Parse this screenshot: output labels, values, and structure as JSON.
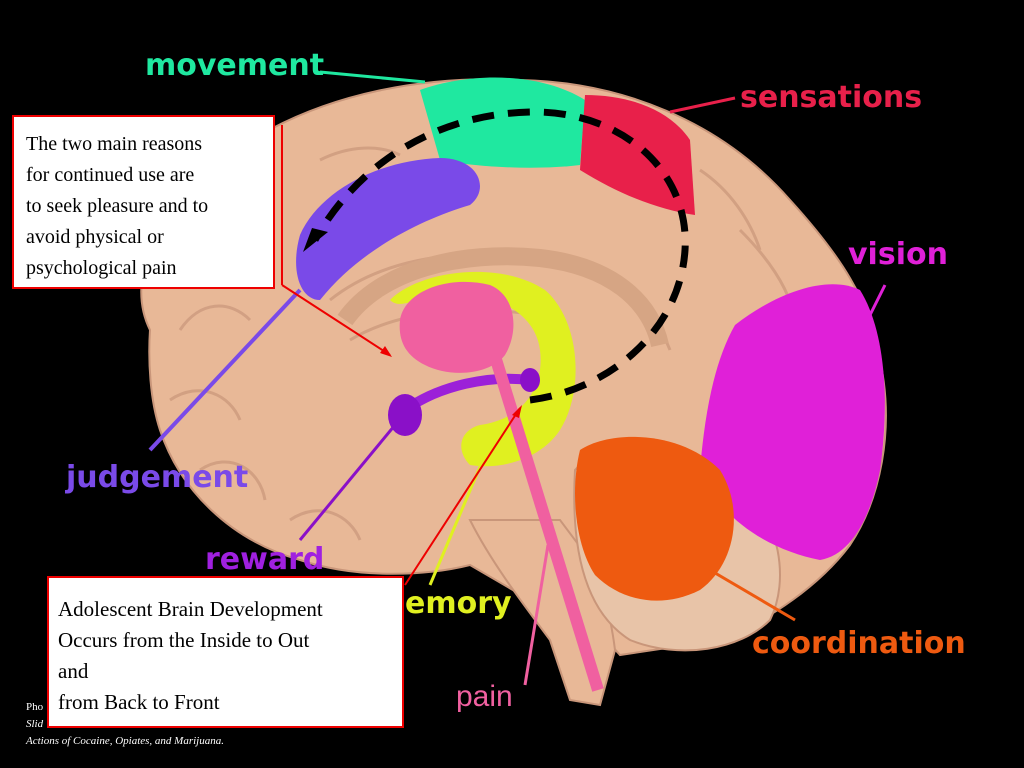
{
  "labels": {
    "movement": "movement",
    "sensations": "sensations",
    "vision": "vision",
    "judgement": "judgement",
    "reward": "reward",
    "memory": "emory",
    "coordination": "coordination",
    "pain": "pain"
  },
  "colors": {
    "background": "#000000",
    "brain": "#e8b897",
    "movement": "#1fe8a0",
    "sensations": "#e8204a",
    "vision": "#e020d8",
    "judgement": "#7a4ae8",
    "reward": "#8a10c8",
    "memory": "#e0f020",
    "coordination": "#ee5a10",
    "pain": "#f060a0",
    "callout_border": "#e00000"
  },
  "callout_top": {
    "lines": [
      "The two main reasons",
      "for continued use are",
      "to seek pleasure and to",
      "avoid physical or",
      "psychological pain"
    ]
  },
  "callout_bottom": {
    "lines": [
      "Adolescent Brain Development",
      "Occurs from the Inside to Out",
      "and",
      "from Back to Front"
    ]
  },
  "credit": {
    "line1": "Pho",
    "line2": "Slid",
    "line3": "Actions of Cocaine, Opiates, and Marijuana."
  }
}
